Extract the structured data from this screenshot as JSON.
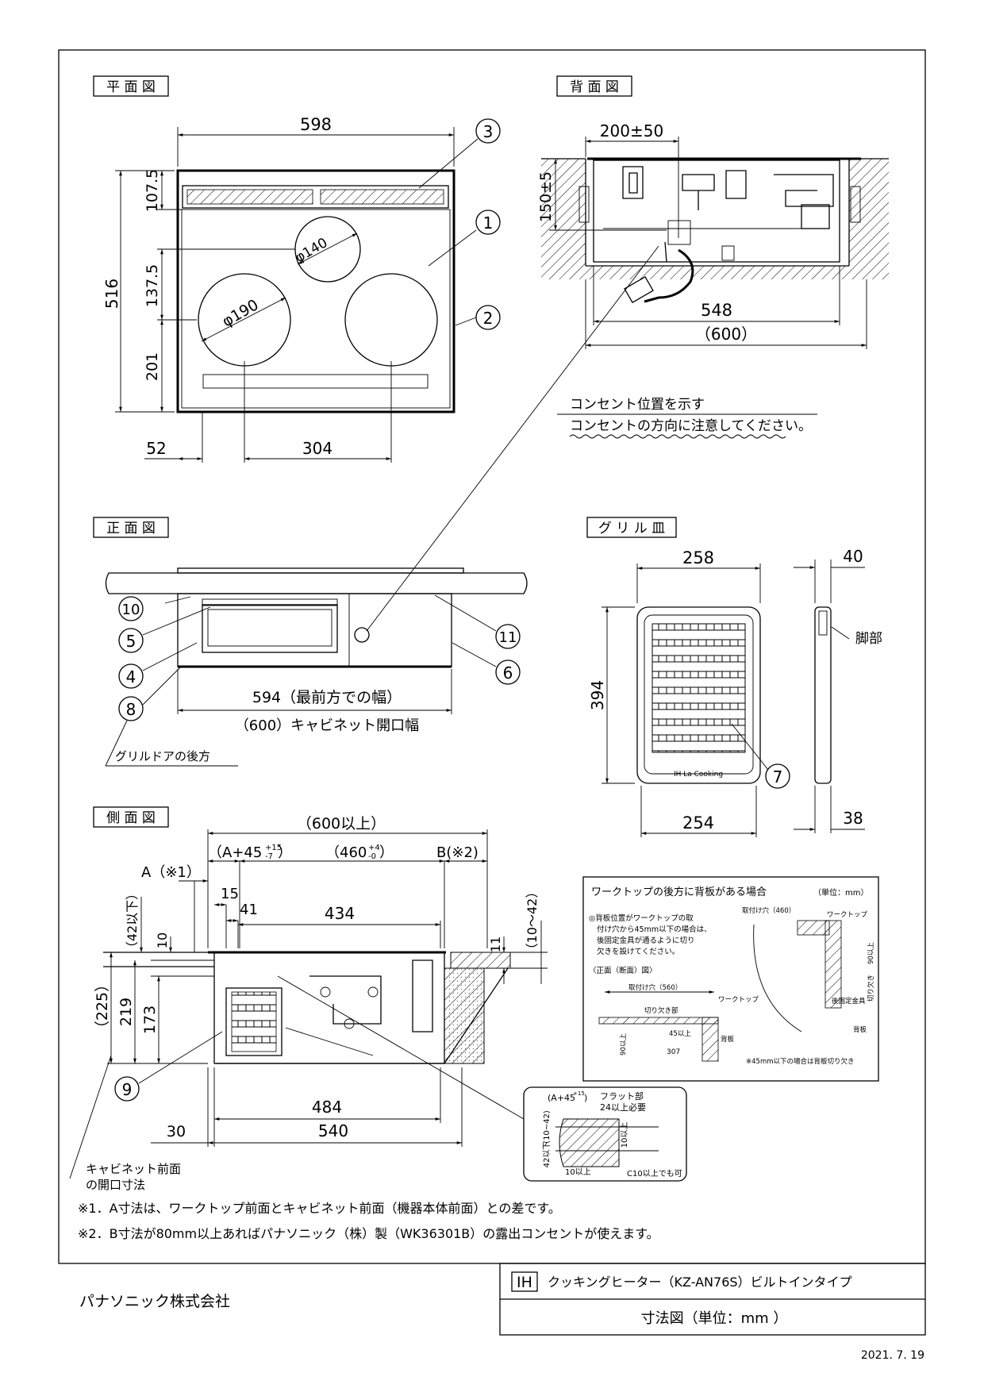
{
  "views": {
    "plan": "平 面 図",
    "back": "背 面 図",
    "front": "正 面 図",
    "grill": "グ リ ル 皿",
    "side": "側 面 図"
  },
  "plan_dims": {
    "width": "598",
    "top": "107.5",
    "depth": "516",
    "mid": "137.5",
    "front": "201",
    "left": "52",
    "centers": "304",
    "phi140": "φ140",
    "phi190": "φ190"
  },
  "back_dims": {
    "top": "200±50",
    "height": "150±5",
    "width": "548",
    "opening": "（600）"
  },
  "outlet_note": {
    "line1": "コンセント位置を示す",
    "line2": "コンセントの方向に注意してください。"
  },
  "front_dims": {
    "width": "594（最前方での幅）",
    "opening": "（600）キャビネット開口幅",
    "grill_note": "グリルドアの後方"
  },
  "grill_dims": {
    "width": "258",
    "depth": "394",
    "bottom": "254",
    "foot_h": "40",
    "foot_b": "38",
    "foot": "脚部",
    "brand": "IH La Cooking"
  },
  "side_dims": {
    "total": "（600以上）",
    "a_tol": "（A+45",
    "a_tol_sup": "+15",
    "a_tol_sub": "-7",
    "a_close": "）",
    "mid": "（460",
    "mid_sup": "+4",
    "mid_sub": "-0",
    "mid_close": "）",
    "b": "B(※2)",
    "a": "A（※1）",
    "d15": "15",
    "d41": "41",
    "d434": "434",
    "d42": "（42以下）",
    "d10": "10",
    "d11": "11",
    "d10_42": "（10～42）",
    "d225": "（225）",
    "d219": "219",
    "d173": "173",
    "d484": "484",
    "d540": "540",
    "d30": "30",
    "cab_note_1": "キャビネット前面",
    "cab_note_2": "の開口寸法"
  },
  "backboard": {
    "title": "ワークトップの後方に背板がある場合",
    "unit": "（単位：mm）",
    "note1": "◎背板位置がワークトップの取",
    "note2": "付け穴から45mm以下の場合は、",
    "note3": "後固定金具が通るように切り",
    "note4": "欠きを設けてください。",
    "section": "〈正面（断面）図〉",
    "hole560": "取付け穴（560）",
    "worktop": "ワークトップ",
    "cutout": "切り欠き部",
    "d45": "45以上",
    "d90": "90以上",
    "d307": "307",
    "backplate": "背板",
    "hole460": "取付け穴（460）",
    "worktop2": "ワークトップ",
    "d90r": "90以上",
    "cut": "切り欠き",
    "bracket": "後固定金具",
    "backplate2": "背板",
    "footnote": "※45mm以下の場合は背板切り欠き"
  },
  "detail": {
    "a": "(A+45",
    "a_sup": "+15",
    "a_close": ")",
    "flat1": "フラット部",
    "flat2": "24以上必要",
    "d10_42": "(10~42)",
    "d42": "42以下",
    "d10": "10以上",
    "d10b": "10以上",
    "c10": "C10以上でも可"
  },
  "callouts": [
    "1",
    "2",
    "3",
    "4",
    "5",
    "6",
    "7",
    "8",
    "9",
    "10",
    "11"
  ],
  "notes": {
    "n1": "※1．A寸法は、ワークトップ前面とキャビネット前面（機器本体前面）との差です。",
    "n2": "※2．B寸法が80mm以上あればパナソニック（株）製（WK36301B）の露出コンセントが使えます。"
  },
  "title_block": {
    "ih": "IH",
    "product": "クッキングヒーター（KZ-AN76S）ビルトインタイプ",
    "sheet": "寸法図（単位：mm ）"
  },
  "company": "パナソニック株式会社",
  "date": "2021. 7. 19"
}
